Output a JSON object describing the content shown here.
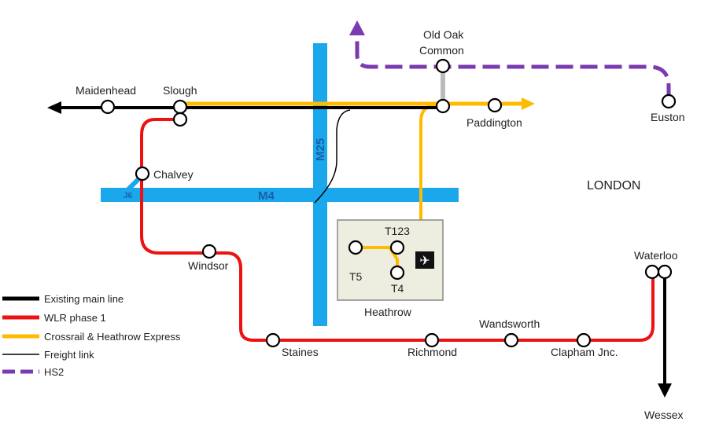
{
  "places": {
    "london": "LONDON",
    "heathrow": "Heathrow"
  },
  "roads": {
    "m4": "M4",
    "m25": "M25",
    "junction": "J6"
  },
  "stations": {
    "maidenhead": "Maidenhead",
    "slough": "Slough",
    "old_oak_common_line1": "Old Oak",
    "old_oak_common_line2": "Common",
    "paddington": "Paddington",
    "euston": "Euston",
    "chalvey": "Chalvey",
    "windsor": "Windsor",
    "staines": "Staines",
    "richmond": "Richmond",
    "wandsworth": "Wandsworth",
    "clapham": "Clapham Jnc.",
    "waterloo": "Waterloo",
    "wessex": "Wessex",
    "t123": "T123",
    "t5": "T5",
    "t4": "T4"
  },
  "legend": [
    {
      "label": "Existing main line",
      "color": "#000000",
      "style": "solid-thick"
    },
    {
      "label": "WLR phase 1",
      "color": "#ee1111",
      "style": "solid-thick"
    },
    {
      "label": "Crossrail & Heathrow Express",
      "color": "#ffbb00",
      "style": "solid-thick"
    },
    {
      "label": "Freight link",
      "color": "#000000",
      "style": "solid-thin"
    },
    {
      "label": "HS2",
      "color": "#7a3ab0",
      "style": "dashed-thick"
    }
  ],
  "colors": {
    "main_line": "#000000",
    "wlr": "#ee1111",
    "crossrail": "#ffbb00",
    "hs2": "#7a3ab0",
    "motorway": "#1aa7ec"
  },
  "icons": {
    "airport": "airplane-icon"
  }
}
